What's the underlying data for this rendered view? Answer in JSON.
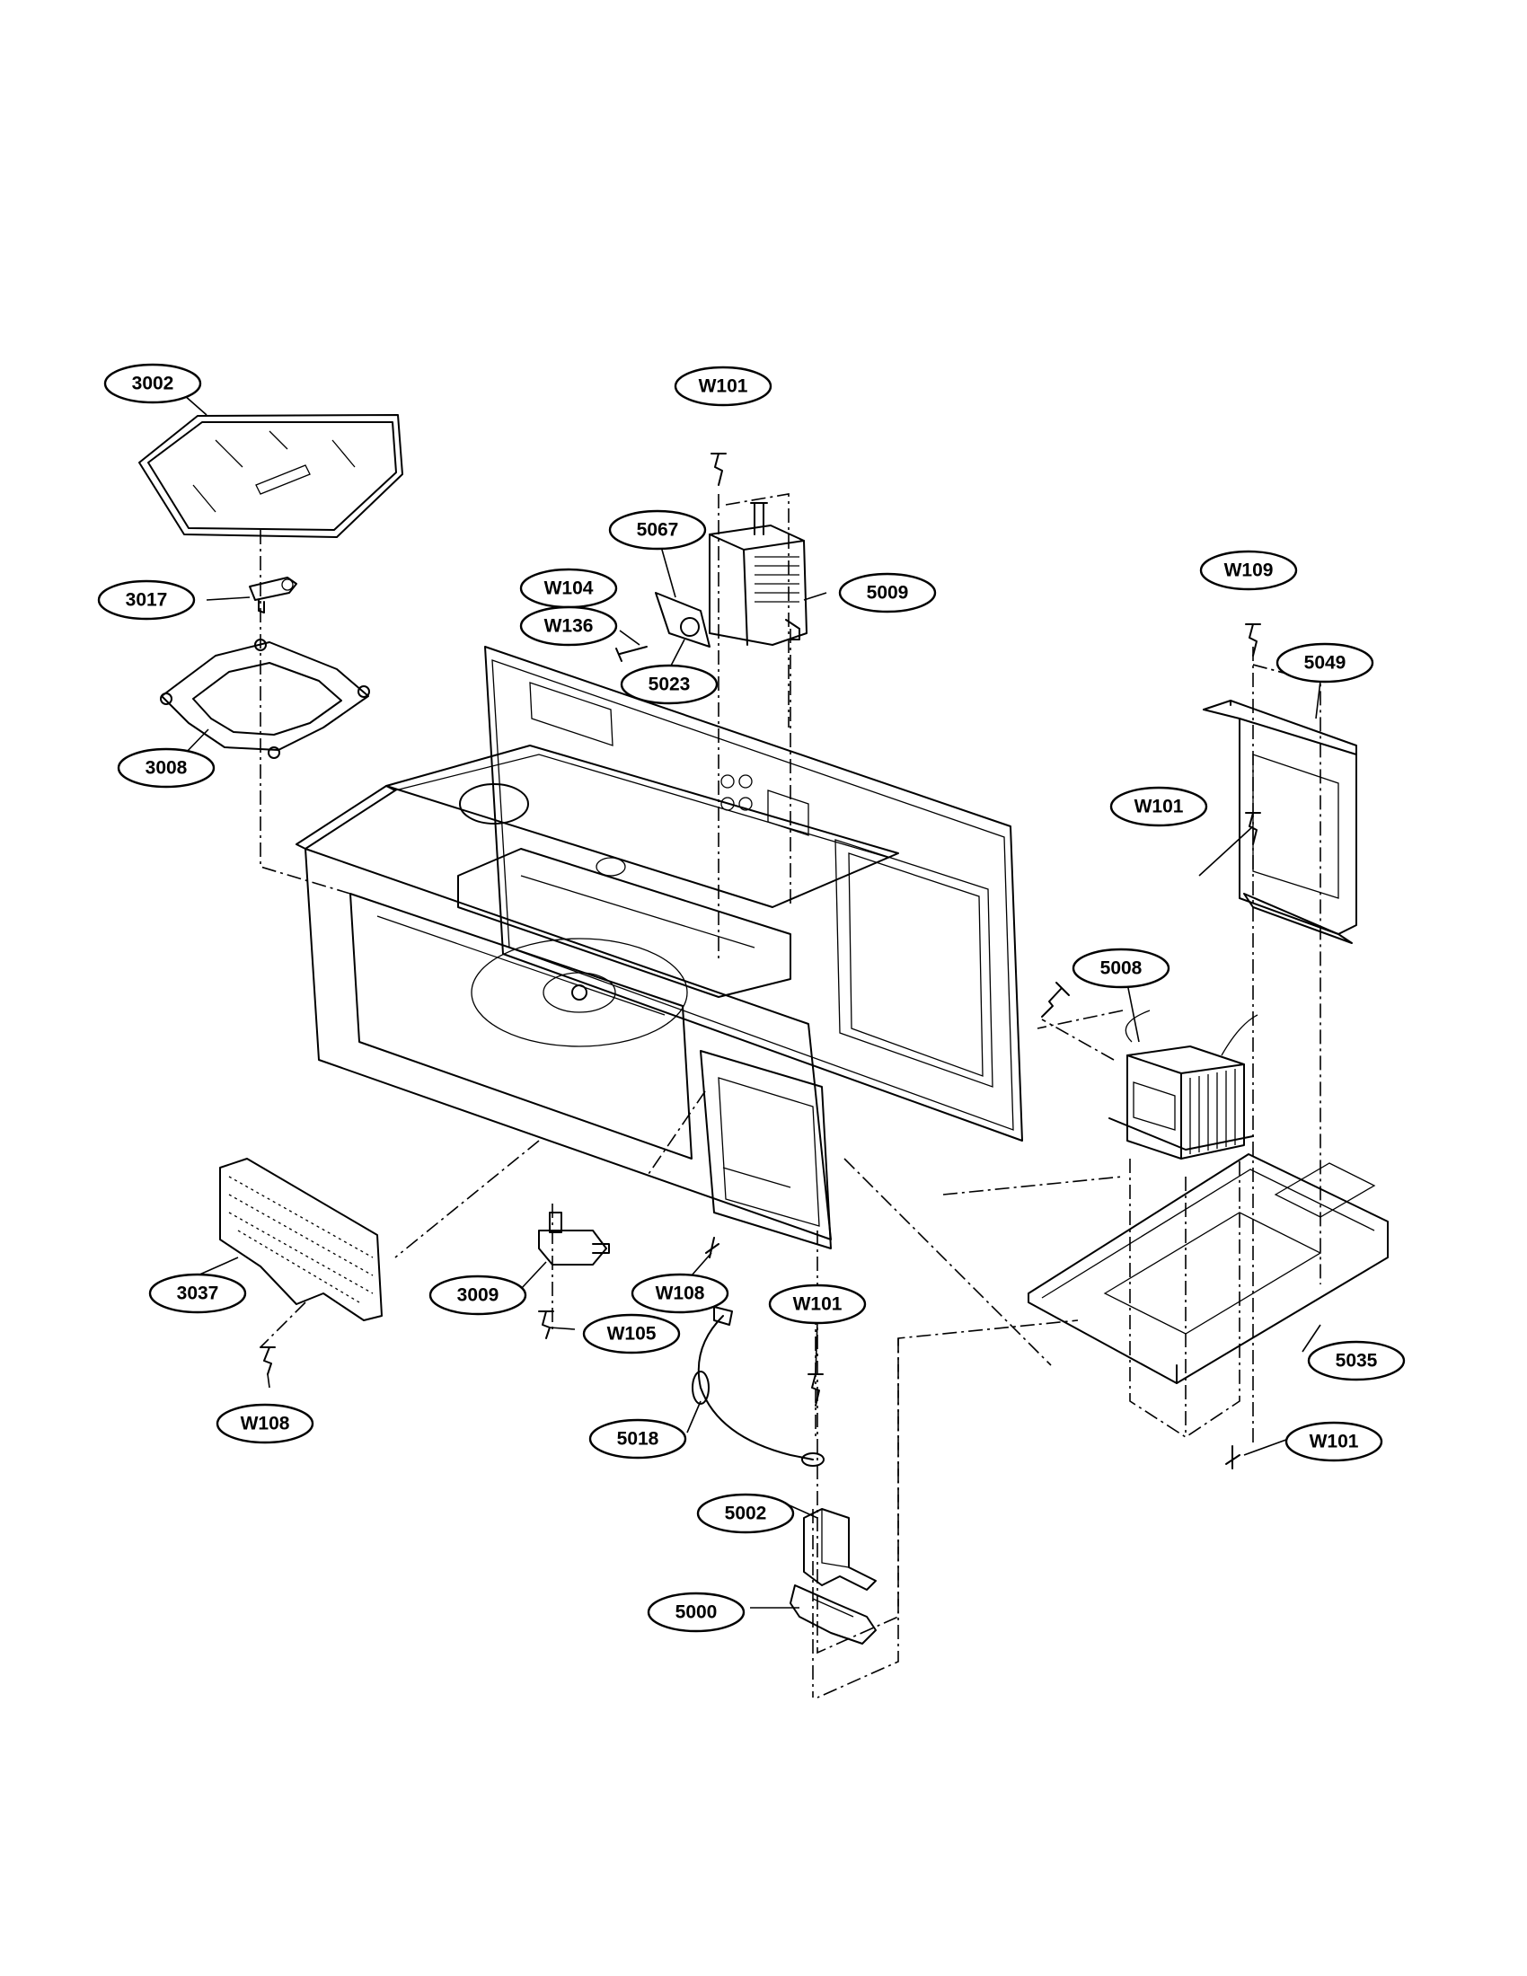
{
  "diagram": {
    "part_labels": [
      "3002",
      "W101",
      "5067",
      "5009",
      "W104",
      "W136",
      "5023",
      "3017",
      "3008",
      "W109",
      "5049",
      "W101",
      "5008",
      "3037",
      "3009",
      "W108",
      "W101",
      "W105",
      "5035",
      "W108",
      "5018",
      "W101",
      "5002",
      "5000"
    ]
  }
}
